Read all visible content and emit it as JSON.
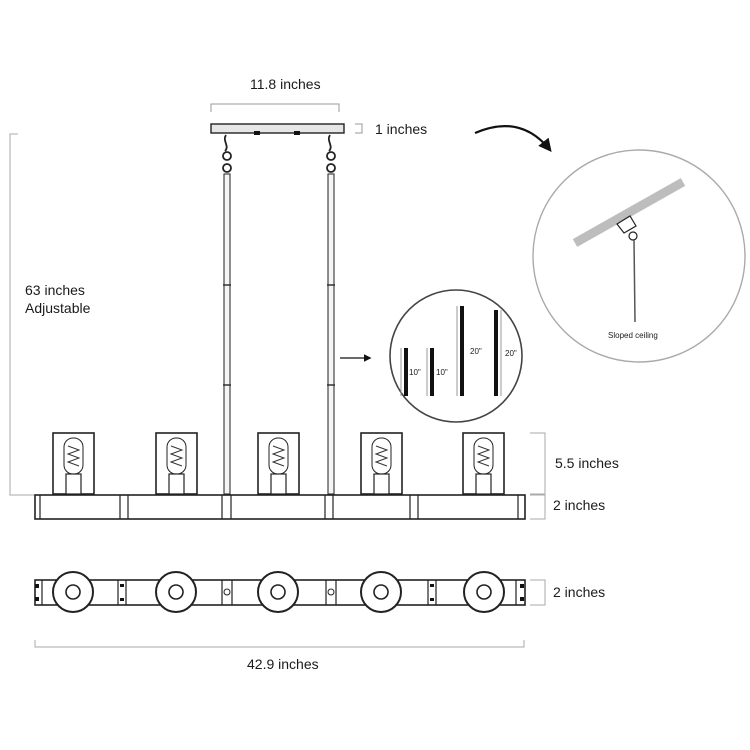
{
  "dimensions": {
    "canopy_width": "11.8 inches",
    "canopy_height": "1 inches",
    "rod_length": "63 inches",
    "rod_adjustable": "Adjustable",
    "shade_height": "5.5 inches",
    "bar_height": "2 inches",
    "bar_depth": "2 inches",
    "total_length": "42.9 inches"
  },
  "rods_inset": {
    "r1": "10\"",
    "r2": "10\"",
    "r3": "20\"",
    "r4": "20\""
  },
  "sloped_inset": {
    "caption": "Sloped ceiling"
  },
  "lamps": [
    "lamp-1",
    "lamp-2",
    "lamp-3",
    "lamp-4",
    "lamp-5"
  ]
}
